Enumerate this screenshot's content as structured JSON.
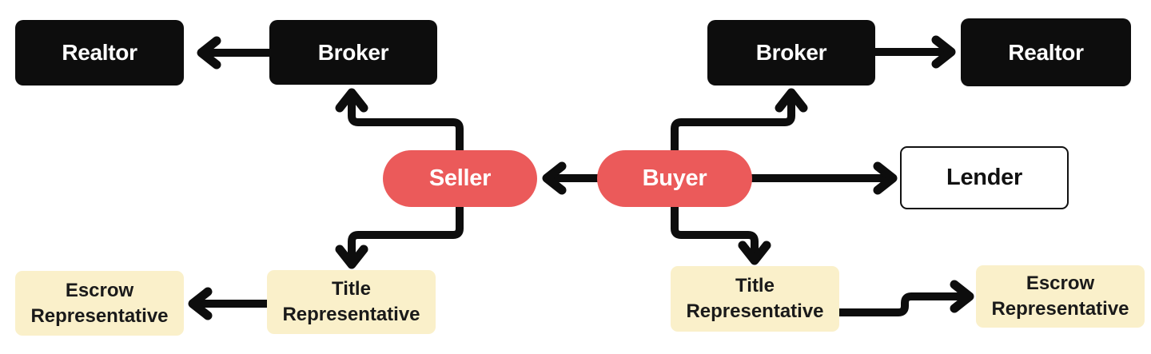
{
  "diagram": {
    "description": "Real estate transaction relationship flowchart",
    "nodes": {
      "realtor_left": {
        "label": "Realtor",
        "type": "black"
      },
      "broker_left": {
        "label": "Broker",
        "type": "black"
      },
      "broker_right": {
        "label": "Broker",
        "type": "black"
      },
      "realtor_right": {
        "label": "Realtor",
        "type": "black"
      },
      "seller": {
        "label": "Seller",
        "type": "red-pill"
      },
      "buyer": {
        "label": "Buyer",
        "type": "red-pill"
      },
      "lender": {
        "label": "Lender",
        "type": "white-outline"
      },
      "escrow_left": {
        "label": "Escrow Representative",
        "type": "cream"
      },
      "title_left": {
        "label": "Title Representative",
        "type": "cream"
      },
      "title_right": {
        "label": "Title Representative",
        "type": "cream"
      },
      "escrow_right": {
        "label": "Escrow Representative",
        "type": "cream"
      }
    },
    "edges": [
      {
        "from": "broker_left",
        "to": "realtor_left"
      },
      {
        "from": "seller",
        "to": "broker_left"
      },
      {
        "from": "buyer",
        "to": "seller"
      },
      {
        "from": "buyer",
        "to": "broker_right"
      },
      {
        "from": "broker_right",
        "to": "realtor_right"
      },
      {
        "from": "buyer",
        "to": "lender"
      },
      {
        "from": "seller",
        "to": "title_left"
      },
      {
        "from": "title_left",
        "to": "escrow_left"
      },
      {
        "from": "buyer",
        "to": "title_right"
      },
      {
        "from": "title_right",
        "to": "escrow_right"
      }
    ],
    "colors": {
      "node_black": "#0d0d0d",
      "node_red": "#eb5a5a",
      "node_cream": "#faf0ca",
      "lender_bg": "#ffffff",
      "lender_border": "#111111",
      "arrow": "#0d0d0d",
      "text_light": "#ffffff",
      "text_dark": "#1a1a1a",
      "background": "#ffffff"
    }
  }
}
